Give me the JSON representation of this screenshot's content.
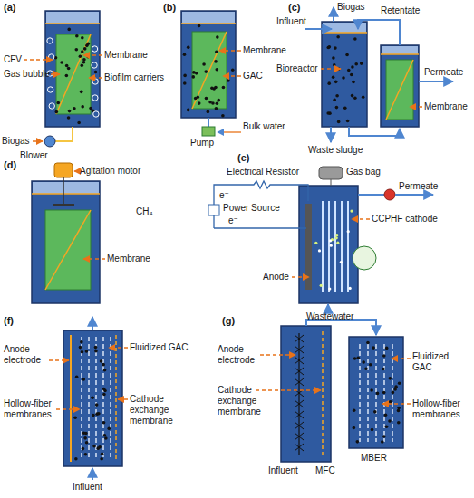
{
  "diagram": {
    "labels": [
      "(a)",
      "CFV",
      "Gas bubble",
      "Membrane",
      "Biofilm carriers",
      "Biogas",
      "Blower",
      "(b)",
      "Membrane",
      "GAC",
      "Pump",
      "Bulk water",
      "(c)",
      "Biogas",
      "Influent",
      "Retentate",
      "Bioreactor",
      "Permeate",
      "Membrane",
      "Waste sludge",
      "(d)",
      "Agitation motor",
      "Membrane",
      "CH₄",
      "(e)",
      "Electrical Resistor",
      "Gas bag",
      "Permeate",
      "e⁻",
      "Power Source",
      "e⁻",
      "CCPHF cathode",
      "Anode",
      "Wastewater",
      "(f)",
      "Anode electrode",
      "Fluidized GAC",
      "Hollow-fiber membranes",
      "Cathode exchange membrane",
      "Influent",
      "(g)",
      "Anode electrode",
      "Cathode exchange membrane",
      "Fluidized GAC",
      "Hollow-fiber membranes",
      "Influent",
      "MFC",
      "MBER"
    ]
  }
}
